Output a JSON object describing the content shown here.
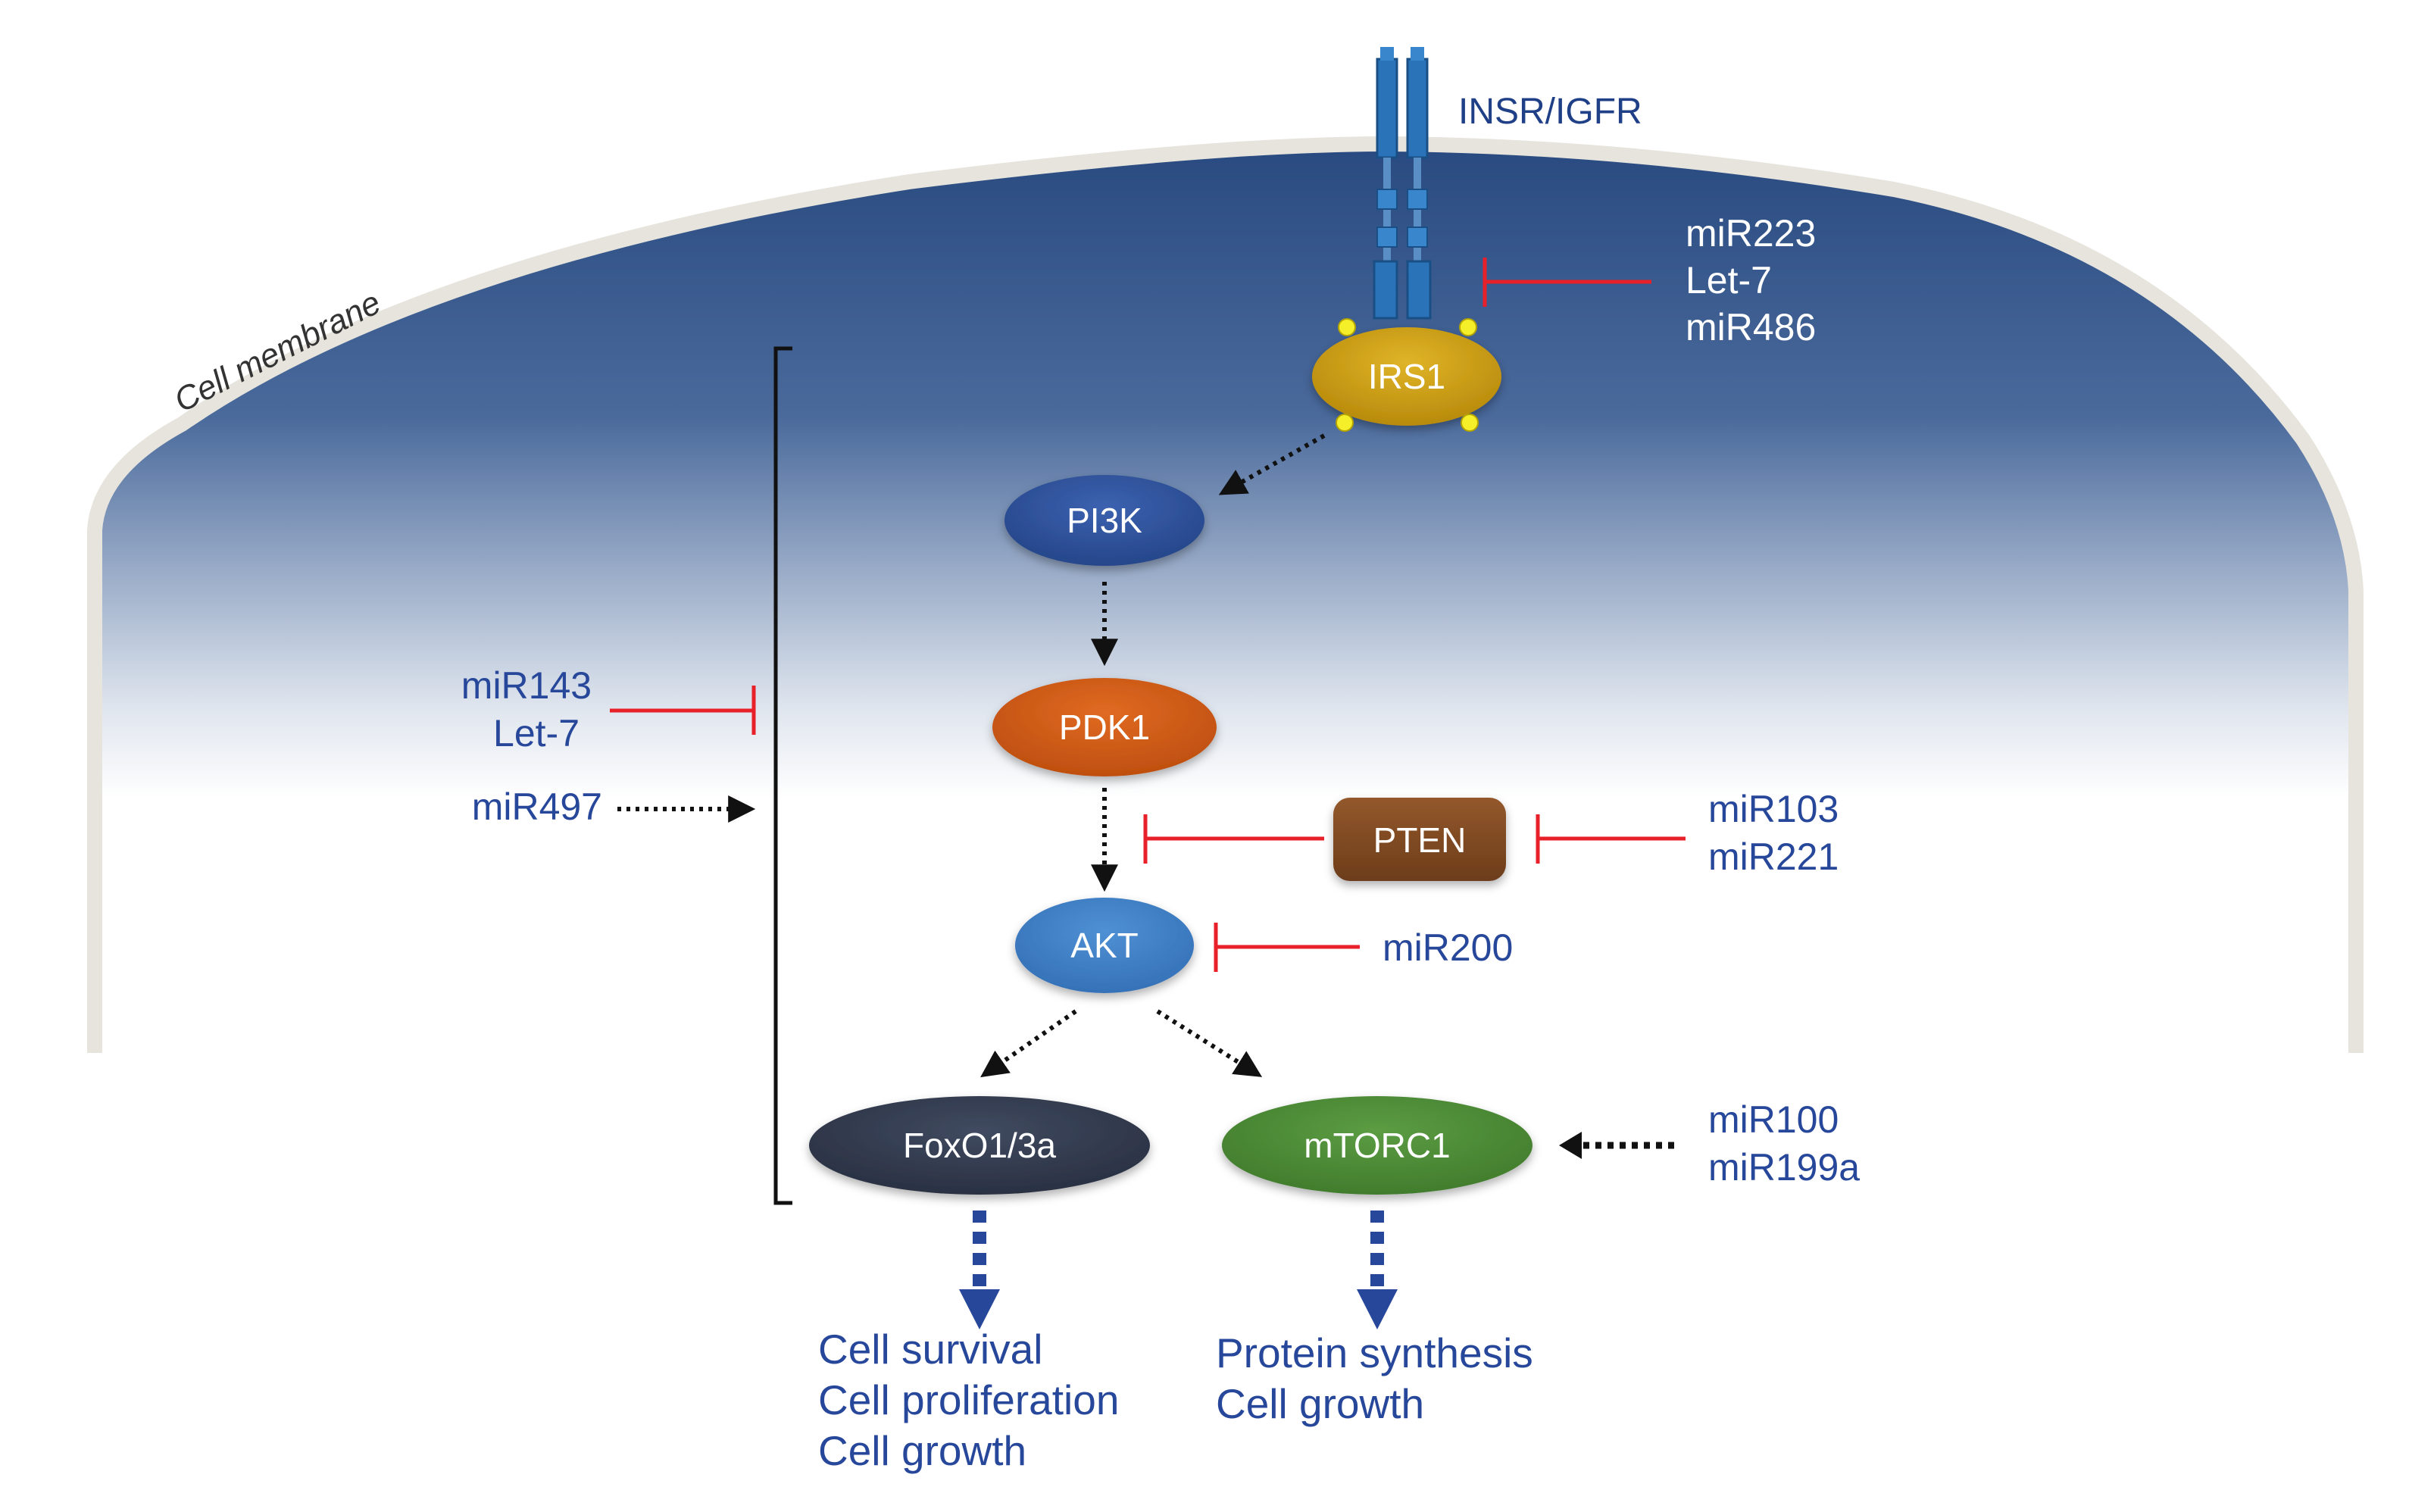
{
  "membrane_label": "Cell membrane",
  "receptor_label": "INSR/IGFR",
  "nodes": {
    "irs1": "IRS1",
    "pi3k": "PI3K",
    "pdk1": "PDK1",
    "pten": "PTEN",
    "akt": "AKT",
    "foxo": "FoxO1/3a",
    "mtorc1": "mTORC1"
  },
  "mirna_groups": {
    "irs1_inhibitors": [
      "miR223",
      "Let-7",
      "miR486"
    ],
    "pathway_inhibitors": [
      "miR143",
      "Let-7"
    ],
    "pathway_activator": "miR497",
    "pten_inhibitors": [
      "miR103",
      "miR221"
    ],
    "akt_inhibitor": "miR200",
    "mtorc1_regulators": [
      "miR100",
      "miR199a"
    ]
  },
  "outcomes": {
    "foxo": [
      "Cell survival",
      "Cell proliferation",
      "Cell growth"
    ],
    "mtorc1": [
      "Protein synthesis",
      "Cell growth"
    ]
  },
  "colors": {
    "cell_top": "#294a80",
    "cell_bottom": "#ffffff",
    "membrane": "#e6e4dc",
    "irs1": "#c99a0b",
    "pi3k": "#2c4e9a",
    "pdk1": "#cf5a14",
    "pten": "#7f4a22",
    "akt": "#3f7fc4",
    "foxo": "#323b4f",
    "mtorc1": "#4d8a36",
    "inhibit": "#e8202a",
    "label_blue": "#27479a",
    "receptor": "#2a73b8"
  }
}
